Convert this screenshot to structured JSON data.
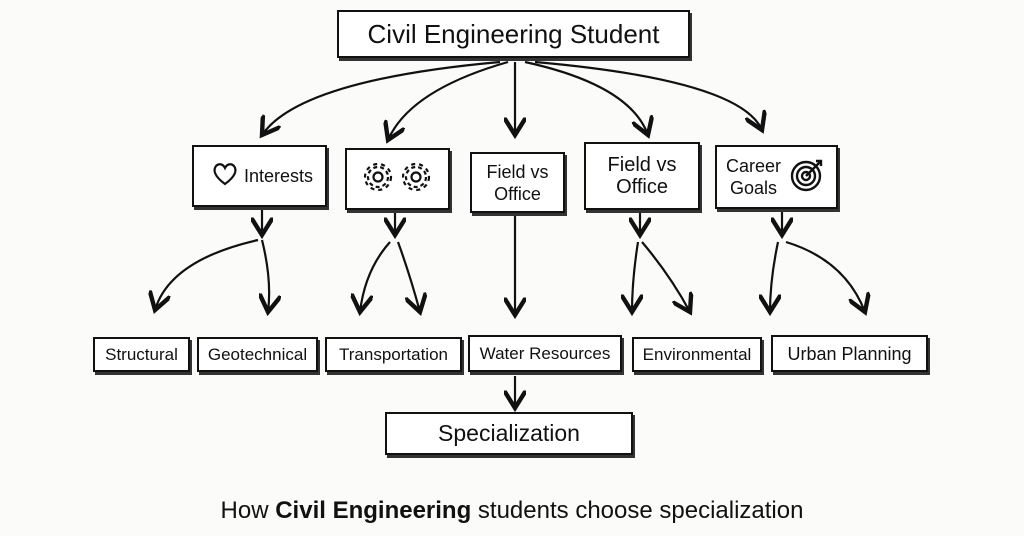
{
  "root": {
    "label": "Civil Engineering Student"
  },
  "factors": [
    {
      "label": "Interests",
      "icon": "heart-icon"
    },
    {
      "label": "",
      "icon": "gears-icon"
    },
    {
      "label": "Field vs Office"
    },
    {
      "label": "Field vs Office"
    },
    {
      "label": "Career Goals",
      "icon": "target-icon"
    }
  ],
  "specializations": [
    "Structural",
    "Geotechnical",
    "Transportation",
    "Water Resources",
    "Environmental",
    "Urban Planning"
  ],
  "outcome": {
    "label": "Specialization"
  },
  "caption": {
    "prefix": "How ",
    "bold": "Civil Engineering",
    "suffix": " students choose specialization"
  }
}
